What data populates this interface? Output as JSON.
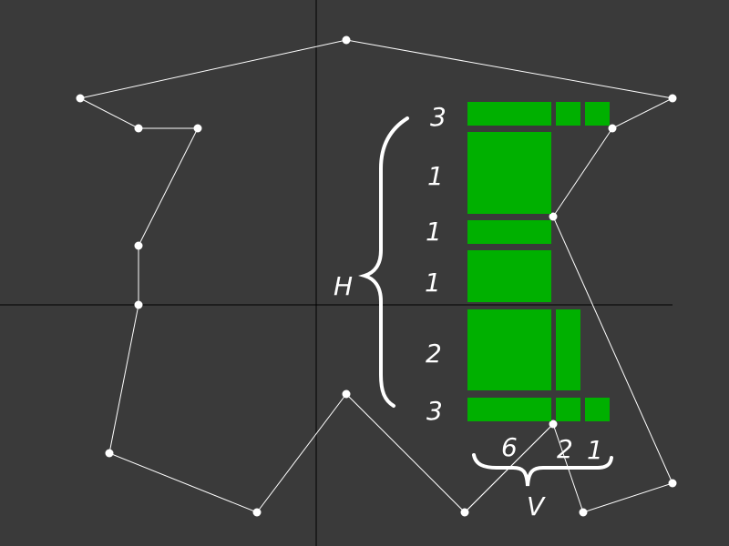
{
  "colors": {
    "background": "#3a3a3a",
    "axis": "#000000",
    "polygon_line": "#ffffff",
    "vertex": "#ffffff",
    "green_block": "#00b000",
    "brace": "#ffffff",
    "text": "#ffffff"
  },
  "labels": {
    "h_brace": "H",
    "v_brace": "V",
    "row_values": [
      "3",
      "1",
      "1",
      "1",
      "2",
      "3"
    ],
    "col_values": [
      "6",
      "2",
      "1"
    ]
  }
}
